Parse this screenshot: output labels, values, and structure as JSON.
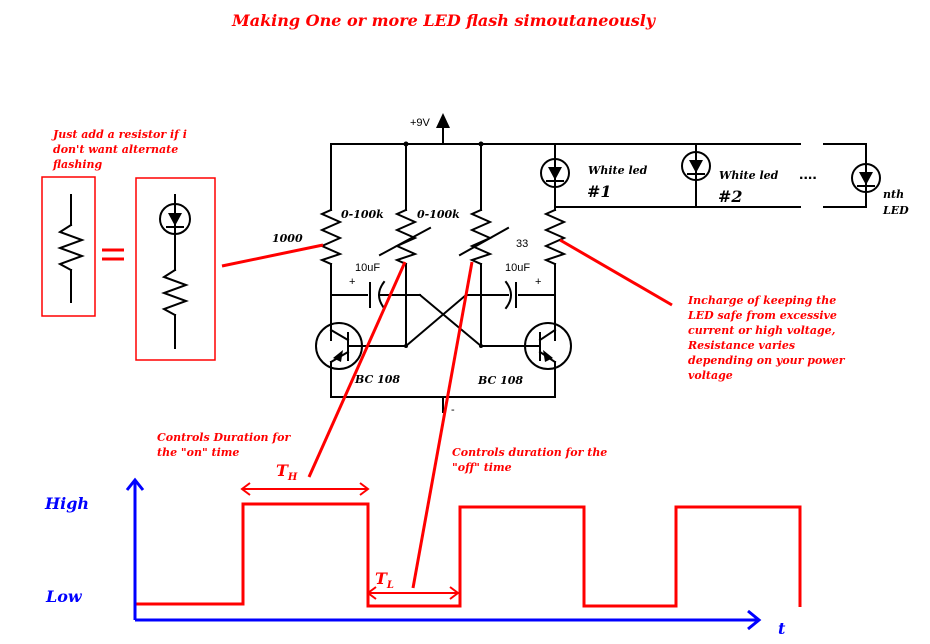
{
  "title": "Making One or more LED flash simoutaneously",
  "colors": {
    "annotation": "#ff0000",
    "circuit": "#000000",
    "axis": "#0000ff"
  },
  "notes": {
    "resistor_tip": "Just add a resistor if i\ndon't want alternate\nflashing",
    "led_resistor": "Incharge of keeping the\nLED safe from excessive\ncurrent or high voltage,\nResistance varies\ndepending on your power\nvoltage",
    "on_time": "Controls Duration for\nthe \"on\" time",
    "off_time": "Controls duration for the\n\"off\" time"
  },
  "equivalence": {
    "equals": "="
  },
  "circuit": {
    "supply": "+9V",
    "ground": "-",
    "r_collector_left": "1000",
    "pot_left": "0-100k",
    "pot_right": "0-100k",
    "r_led": "33",
    "cap_left": "10uF",
    "cap_right": "10uF",
    "cap_plus": "+",
    "transistor_left": "BC 108",
    "transistor_right": "BC 108",
    "leds": [
      {
        "label": "White led",
        "number": "#1"
      },
      {
        "label": "White led",
        "number": "#2"
      },
      {
        "label": "nth",
        "number": "LED"
      }
    ],
    "ellipsis": "...."
  },
  "timing": {
    "y_high": "High",
    "y_low": "Low",
    "x_axis": "t",
    "t_high": "T",
    "t_high_sub": "H",
    "t_low": "T",
    "t_low_sub": "L",
    "waveform": [
      "low",
      "high",
      "low",
      "high",
      "low",
      "high"
    ]
  }
}
